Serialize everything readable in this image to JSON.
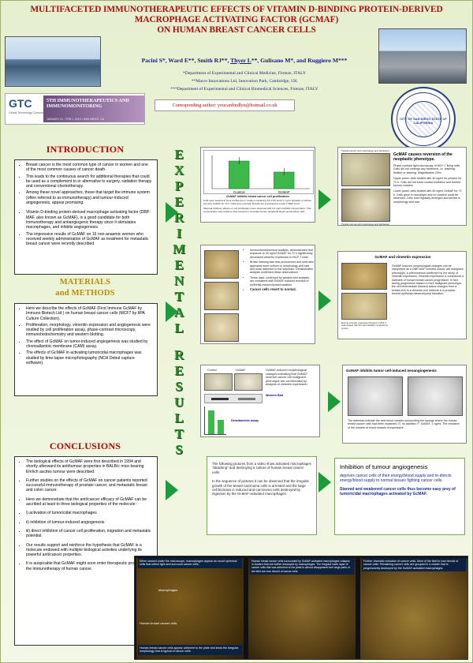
{
  "title": {
    "line1": "Multifaceted immunotherapeutic effects of vitamin D-binding protein-derived",
    "line2": "macrophage activating factor (GcMAF)",
    "line3": "on human breast cancer cells"
  },
  "authors": {
    "part1": "Pacini S*, Ward E**, Smith RJ**, ",
    "underlined": "Thyer L",
    "part2": "**, Gulisano M*,  and Ruggiero M***"
  },
  "affiliations": [
    "*Department of Experimental and Clinical Medicine, Firenze, ITALY",
    "**Macro Innovations Ltd, Innovation Park, Cambridge, UK",
    "***Department of Experimental and Clinical Biomedical Sciences, Firenze, ITALY"
  ],
  "corresponding": "Corresponding author: youcanfindlyn@hotmail.co.uk",
  "logo": {
    "gtc": "GTC",
    "gtc_sub": "Global Technology Community",
    "banner": "5th Immunotherapeutics and Immunomonitoring",
    "date": "JANUARY 31 - FEB 1, 2013 • SAN DIEGO, CA",
    "seal": "CITY OF SAN DIEGO STATE OF CALIFORNIA"
  },
  "vertical": {
    "word1": [
      "E",
      "X",
      "P",
      "E",
      "R",
      "I",
      "M",
      "E",
      "N",
      "T",
      "A",
      "L"
    ],
    "word2": [
      "R",
      "E",
      "S",
      "U",
      "L",
      "T",
      "S"
    ]
  },
  "introduction": {
    "heading": "INTRODUCTION",
    "items": [
      "Breast cancer is the most common type of cancer in women and one of the most common causes of cancer death.",
      "This leads to the continuous search for additional therapies that could be used as a complement to or alternative to surgery, radiation therapy and conventional chemotherapy.",
      "Among these novel approaches, those that target the immune system (often referred to as immunotherapy) and tumour-induced angiogenesis, appear promising.",
      "Vitamin D-binding protein-derived macrophage-activating factor (DBP-MAF, also known as GcMAF), is a good candidate for both immunotherapy and antiangiogenic therapy since it stimulates macrophages, and inhibits angiogenesis.",
      "The impressive results of GcMAF on 16 non-anaemic women who received weekly administration of GcMAF as treatment for metastatic breast cancer were recently described."
    ]
  },
  "materials": {
    "heading1": "MATERIALS",
    "heading2": "and METHODS",
    "items": [
      "Here we describe the effects of GcMAF (First Immune GcMAF by Immuno Biotech Ltd ) on human breast cancer cells (MCF7 by IIPA Culture Collection).",
      "Proliferation, morphology, vimentin expression and angiogenesis were studied by cell proliferation assay, phase-contrast microscopy, immunohistochemistry and western blotting.",
      "The effect of GcMAF on tumor-induced angiogenesis was studied by chorioallantoic membrane (CAM) assay.",
      "The effects of GcMAF in activating tumoricidal macrophages was studied by time-lapse microphotography (NCH Debut capture software)."
    ]
  },
  "conclusions": {
    "heading": "CONCLUSIONS",
    "items": [
      "The biological effects of GcMAF were first described in 1994 and shortly afterward its anti/tumour properties in BALB/c mice bearing Ehrlich ascites tumour were described.",
      "Further studies on the effects of GcMAF on cancer patients reported successful immunotherapy of prostate cancer, and metastatic breast and colon cancer.",
      "Here we demonstrate that the anti/cancer efficacy of GcMAF can be ascribed at least to three biological properties of the molecule:",
      "i) activation of tumoricidal macrophages",
      "ii) inhibition of tumour-induced angiogenesis",
      "iii) direct inhibition of cancer cell proliferation, migration and metastatic potential.",
      "Our results support and reinforce the hypothesis that GcMAF is a molecule endowed with multiple biological activities underlying its powerful anti/cancer properties.",
      "It is auspicable that GcMAF might soon enter therapeutic protocols for the immunotherapy of human cancer."
    ]
  },
  "prolif": {
    "caption": "GcMAF inhibits breast cancer cell proliferation",
    "text1": "Cells were seeded at semi-confluence in medium containing 1% FCS and 0.1 ng/ml (treated) or without (control) GcMAF for 72 h. Cells were counted. Results are expressed as mean ± SEM (n=4).",
    "text2": "Maximal inhibitory effects on cell proliferation were observed with 0.4 ng/ml GcMAF concentration. This concentration was similar to that required to stimulate human peripheral blood mononuclear cells."
  },
  "prolif_chart": {
    "type": "bar",
    "categories": [
      "Control",
      "GcMAF"
    ],
    "values": [
      100,
      60
    ],
    "bar_colors": [
      "#3db84a",
      "#3db84a"
    ]
  },
  "morph": {
    "top_label": "Typical cancer cell morphology and behaviour",
    "bottom_label": "Typical normal cell morphology and behaviour",
    "title": "GcMAF causes reversion of the neoplastic phenotype.",
    "text1": "Phase contrast light microscopy of MCF-7 living cells. Cells did not undergo any treatment, i.e. washing, fixation or staining. Magnification 200x.",
    "text2": "Upper panel; cells treated with 40 ng/ml for present for 72 h. Cells did not show contact inhibition and formed tumour clusters.",
    "text3": "Lower panel; cells treated with 40 ng/ml GcMAF for 72 h. Cells grew in monolayer and no clusters could be observed. Cells now regularly arranged and similar in morphology and size."
  },
  "immuno": {
    "items": [
      "Immunohistochemical analysis, demonstrated that exposure to 40 ng/ml GcMAF for 72 h significantly decreased vimentin expression in MCF-7 cells.",
      "Brown staining was less pronounced and cells also appeared more uniform in morphology and size, and more adherent to the substrate. Densitometric analysis confirmed these observations.",
      "These data, confirmed by western blot analysis, are consistent with GcMAF-induced reversal of epithelial-mesenchymal transition.",
      "Cancer cells revert to normal."
    ]
  },
  "vimentin": {
    "title": "GcMAF and vimentin expression",
    "text": "GcMAF-induced morphological changes can be interpreted as a DBP-MAF inverted cancer cell malignant phenotype, a phenomenon confirmed by the study of vimentin expression. Vimentin expression is considered a hallmark of human breast cancer progression. In fact, during progression toward a more malignant phenotype, the cell intermediate filament status changes from a keratin-rich to a vimentin-rich network in a process termed epithelial-mesenchymal transition.",
    "caption": "Moving vimentin expression (brown) in MCF-7 cells treated with 40 ng/ml GcMAF compared to control."
  },
  "western": {
    "control": "Control",
    "gcmaf": "GcMAF",
    "blot": "Western Blot",
    "densit": "Densitometric assay",
    "text": "GcMAF-induced morphological changes indicating that GcMAF reverted cancer cell malignant phenotype are corroborated by analysis of vimentin expression."
  },
  "angio": {
    "title": "GcMAF inhibits tumor cell-induced neoangiogenesis",
    "text": "The asterisks indicate the new blood vessels surrounding the sponge where the human breast cancer cells had been implanted. E: no addition; F: GcMAF, 1 ng/ml. The reduction of the number of blood vessels is impressive."
  },
  "video": {
    "p1": "The following pictures from a video show activated macrophages \"attacking\" and destroying a culture of human breast cancer cells.",
    "p2": "In the sequence of pictures it can be observed that the irregular growth of the breast carcinoma cells is arrested and the large cell biomass is reduced and carcinoma cells destroyed by ingestion by the GcMAF-activated macrophages."
  },
  "inhib": {
    "title": "Inhibition of tumour angiogenesis",
    "text": "deprives cancer cells of their energy/blood supply and re-directs energy/blood supply to normal tissues fighting cancer cells.",
    "bold": "Starved and weakened cancer cells thus become easy prey of tumoricidal macrophages activated by GcMAF."
  },
  "strip": {
    "c1": "When viewed under the microscope, macrophages appear as round spherical cells that reflect light and surround cancer cells.",
    "c1_label1": "Macrophages",
    "c1_label2": "Human breast cancer cells",
    "c1_bottom": "Human breast cancer cells appear adherent to the plate and show the irregular morphology that is typical of cancer cells.",
    "c2": "Human breast cancer cells surrounded by GcMAF-activated macrophages collapse in clusters that are further destroyed by macrophages. The irregular lower layer of cancer cells that was adherent to the plate is almost disappeared and large parts of the field are now devoid of cancer cells.",
    "c3": "Further dramatic reduction of cancer cells. Most of the field is now devoid of cancer cells. Remaining cancer cells are grouped in a cluster that is progressively destroyed by the GcMAF-activated macrophages."
  }
}
